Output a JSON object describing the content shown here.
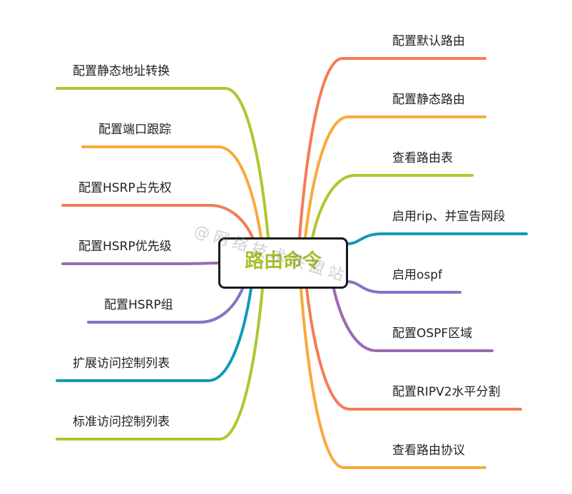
{
  "center": {
    "title": "路由命令"
  },
  "watermark": "@网络技术联盟站",
  "colors": {
    "orange": "#f47c55",
    "amber": "#f9a93b",
    "lime": "#b2c52e",
    "teal": "#0f9bb5",
    "purple": "#9d69b2",
    "indigo": "#7b78c7",
    "text": "#222222",
    "center_text": "#a7bf2e"
  },
  "branches": {
    "right": [
      {
        "label": "配置默认路由",
        "color": "#f47c55"
      },
      {
        "label": "配置静态路由",
        "color": "#f9a93b"
      },
      {
        "label": "查看路由表",
        "color": "#b2c52e"
      },
      {
        "label": "启用rip、并宣告网段",
        "color": "#0f9bb5"
      },
      {
        "label": "启用ospf",
        "color": "#7b78c7"
      },
      {
        "label": "配置OSPF区域",
        "color": "#9d69b2"
      },
      {
        "label": "配置RIPV2水平分割",
        "color": "#f47c55"
      },
      {
        "label": "查看路由协议",
        "color": "#f9a93b"
      }
    ],
    "left": [
      {
        "label": "配置静态地址转换",
        "color": "#b2c52e"
      },
      {
        "label": "配置端口跟踪",
        "color": "#f9a93b"
      },
      {
        "label": "配置HSRP占先权",
        "color": "#f47c55"
      },
      {
        "label": "配置HSRP优先级",
        "color": "#9d69b2"
      },
      {
        "label": "配置HSRP组",
        "color": "#7b78c7"
      },
      {
        "label": "扩展访问控制列表",
        "color": "#0f9bb5"
      },
      {
        "label": "标准访问控制列表",
        "color": "#b2c52e"
      }
    ]
  }
}
